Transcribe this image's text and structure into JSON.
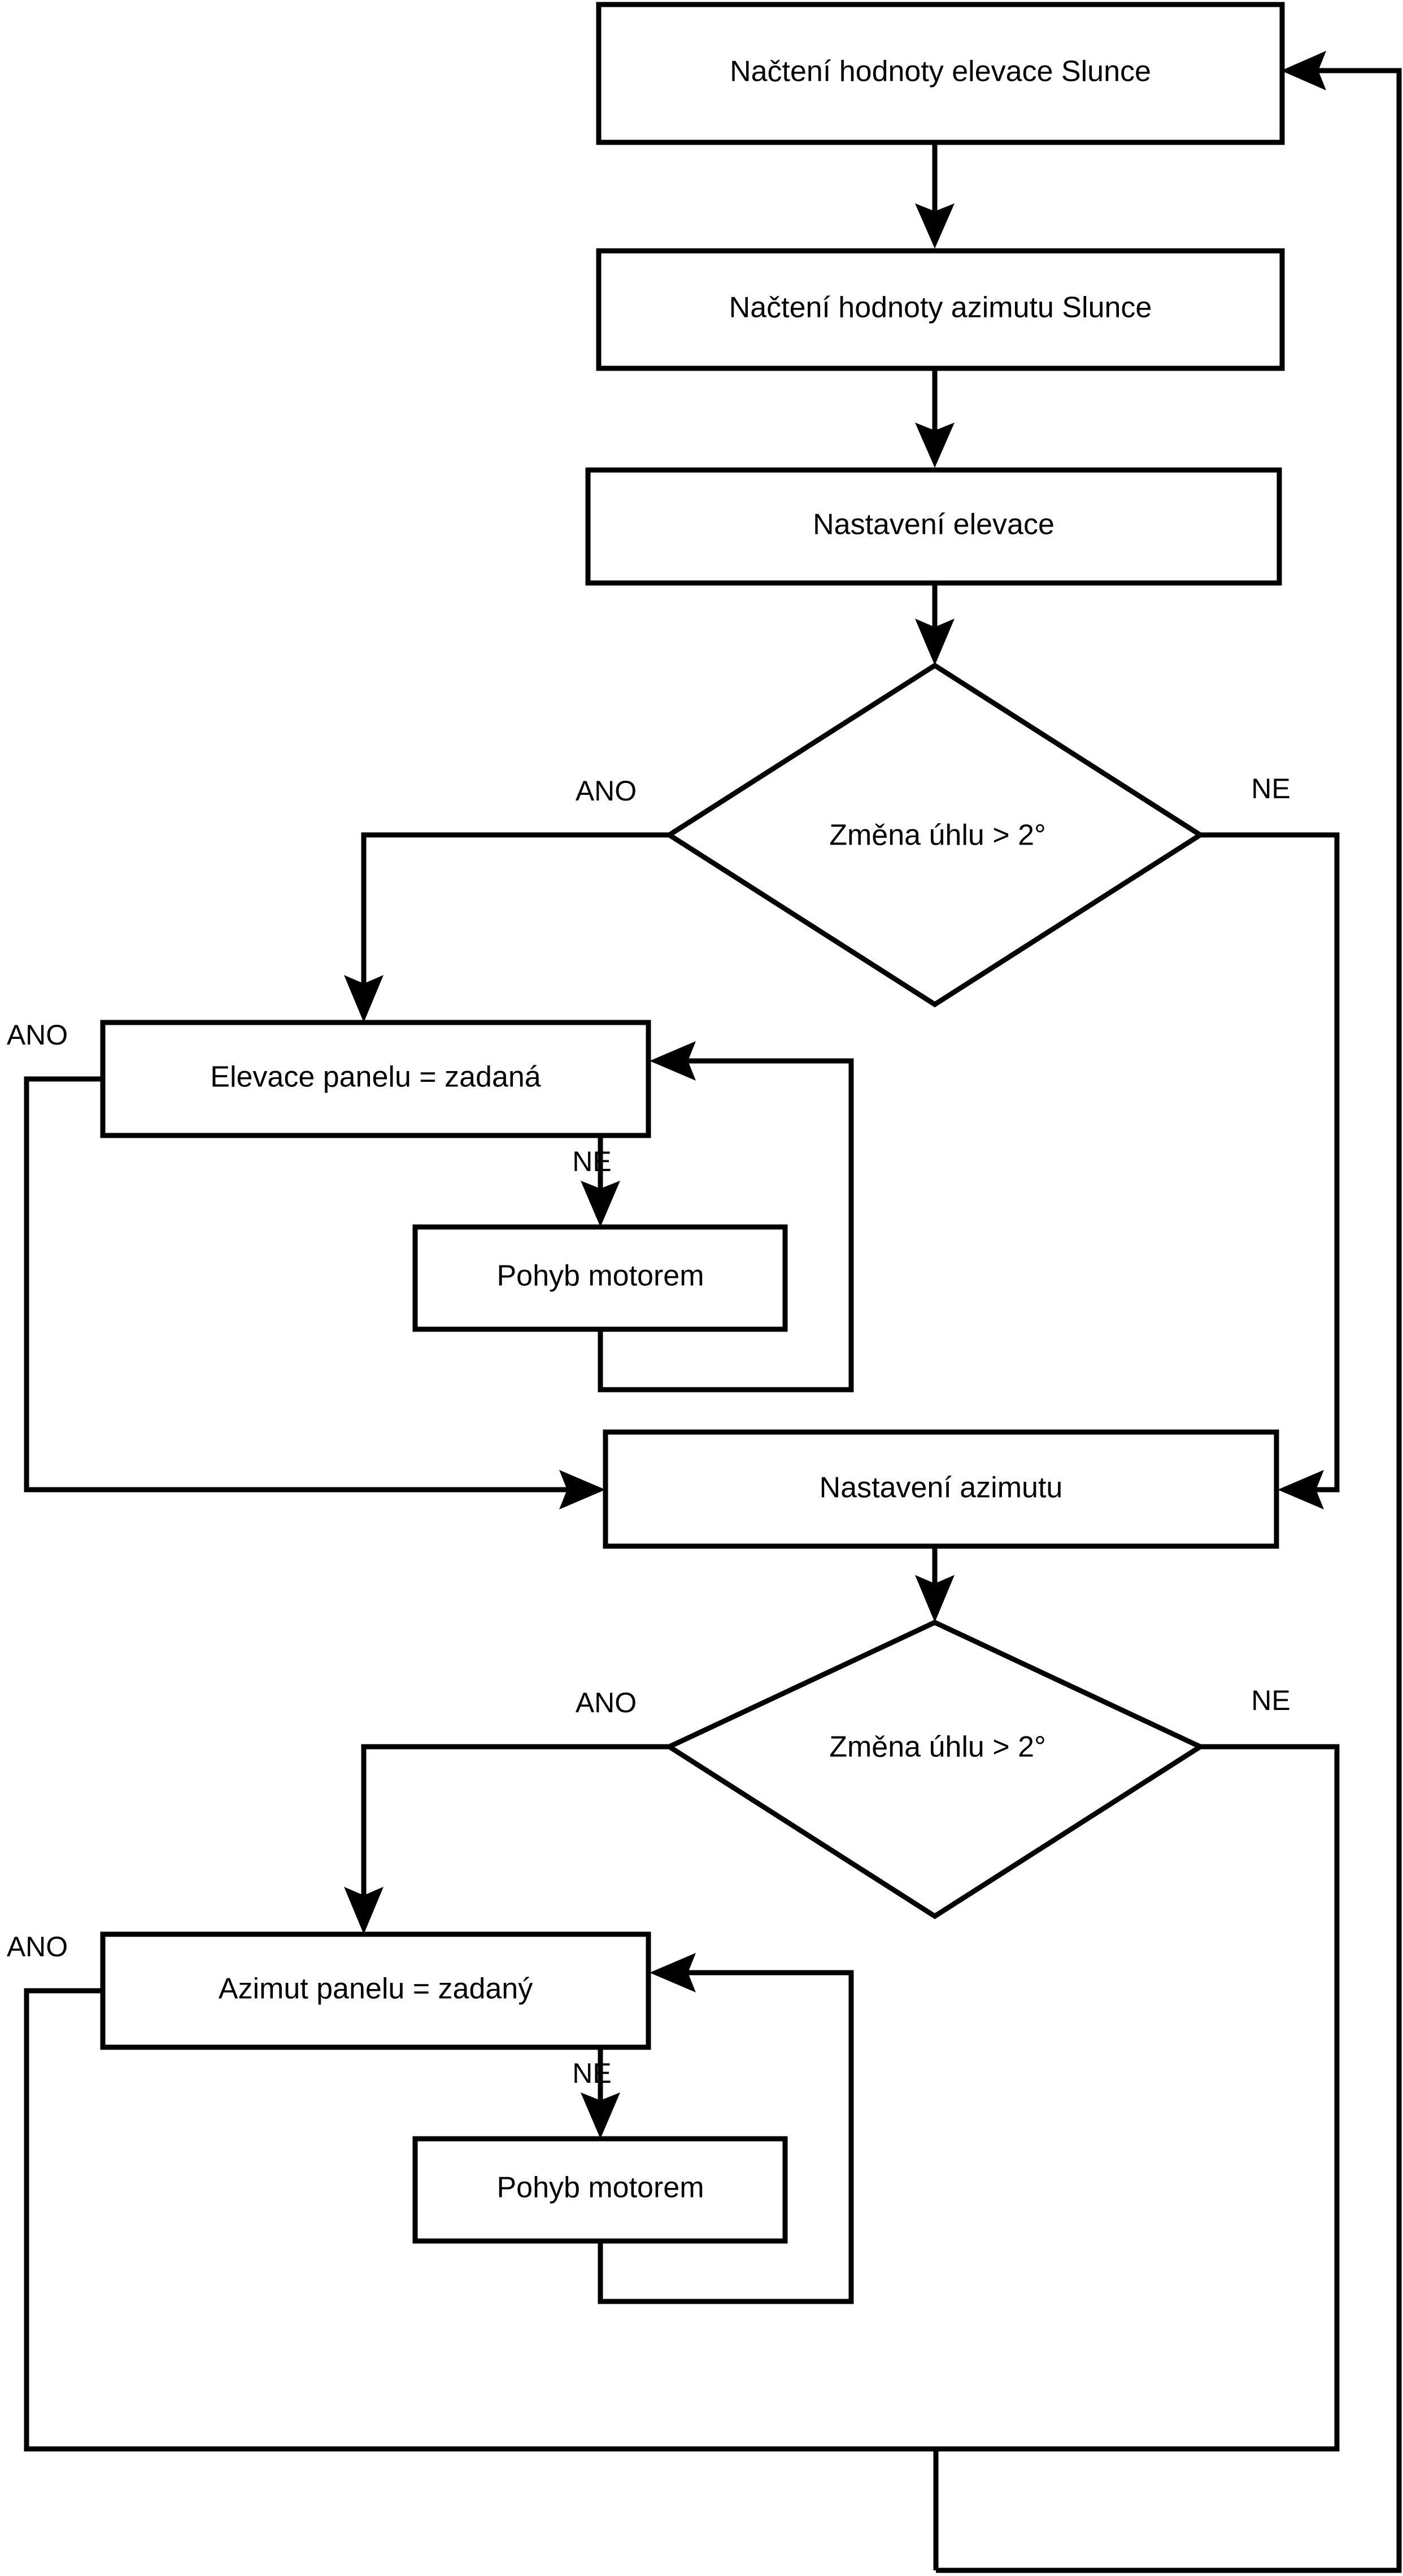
{
  "diagram": {
    "type": "flowchart",
    "language": "cs",
    "orientation": "top-to-bottom",
    "colors": {
      "background": "#ffffff",
      "stroke": "#000000",
      "node_fill": "#ffffff",
      "text": "#000000"
    },
    "nodes": [
      {
        "id": "read-elevation",
        "shape": "process",
        "label": "Načtení hodnoty elevace Slunce"
      },
      {
        "id": "read-azimuth",
        "shape": "process",
        "label": "Načtení hodnoty azimutu Slunce"
      },
      {
        "id": "set-elevation",
        "shape": "process",
        "label": "Nastavení elevace"
      },
      {
        "id": "decide-elevation",
        "shape": "decision",
        "label": "Změna úhlu > 2°"
      },
      {
        "id": "panel-elevation",
        "shape": "process",
        "label": "Elevace panelu = zadaná"
      },
      {
        "id": "motor-move-1",
        "shape": "process",
        "label": "Pohyb motorem"
      },
      {
        "id": "set-azimuth",
        "shape": "process",
        "label": "Nastavení azimutu"
      },
      {
        "id": "decide-azimuth",
        "shape": "decision",
        "label": "Změna úhlu > 2°"
      },
      {
        "id": "panel-azimuth",
        "shape": "process",
        "label": "Azimut panelu = zadaný"
      },
      {
        "id": "motor-move-2",
        "shape": "process",
        "label": "Pohyb motorem"
      }
    ],
    "edge_labels": {
      "decide_elevation_yes": "ANO",
      "decide_elevation_no": "NE",
      "panel_elevation_yes": "ANO",
      "panel_elevation_no": "NE",
      "decide_azimuth_yes": "ANO",
      "decide_azimuth_no": "NE",
      "panel_azimuth_yes": "ANO",
      "panel_azimuth_no": "NE"
    },
    "edges": [
      {
        "from": "read-elevation",
        "to": "read-azimuth",
        "label": ""
      },
      {
        "from": "read-azimuth",
        "to": "set-elevation",
        "label": ""
      },
      {
        "from": "set-elevation",
        "to": "decide-elevation",
        "label": ""
      },
      {
        "from": "decide-elevation",
        "to": "panel-elevation",
        "label": "ANO"
      },
      {
        "from": "decide-elevation",
        "to": "set-azimuth",
        "label": "NE"
      },
      {
        "from": "panel-elevation",
        "to": "motor-move-1",
        "label": "NE"
      },
      {
        "from": "motor-move-1",
        "to": "panel-elevation",
        "label": ""
      },
      {
        "from": "panel-elevation",
        "to": "set-azimuth",
        "label": "ANO"
      },
      {
        "from": "set-azimuth",
        "to": "decide-azimuth",
        "label": ""
      },
      {
        "from": "decide-azimuth",
        "to": "panel-azimuth",
        "label": "ANO"
      },
      {
        "from": "decide-azimuth",
        "to": "read-elevation",
        "label": "NE"
      },
      {
        "from": "panel-azimuth",
        "to": "motor-move-2",
        "label": "NE"
      },
      {
        "from": "motor-move-2",
        "to": "panel-azimuth",
        "label": ""
      },
      {
        "from": "panel-azimuth",
        "to": "read-elevation",
        "label": "ANO"
      }
    ]
  }
}
